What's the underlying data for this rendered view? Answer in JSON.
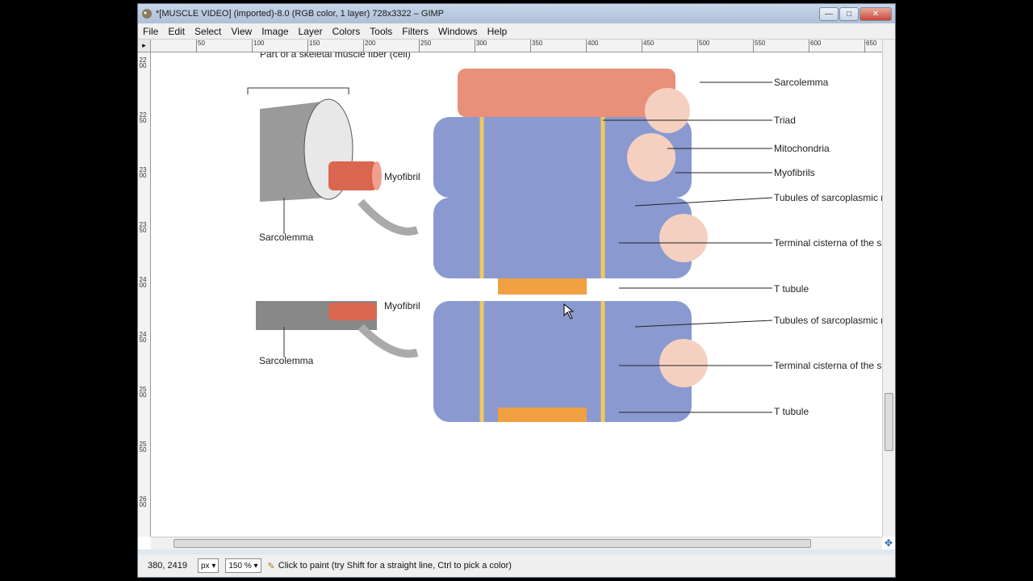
{
  "window": {
    "title": "*[MUSCLE VIDEO] (imported)-8.0 (RGB color, 1 layer) 728x3322 – GIMP",
    "minimize": "—",
    "maximize": "□",
    "close": "✕"
  },
  "menu": [
    "File",
    "Edit",
    "Select",
    "View",
    "Image",
    "Layer",
    "Colors",
    "Tools",
    "Filters",
    "Windows",
    "Help"
  ],
  "hruler_ticks": [
    "50",
    "100",
    "150",
    "200",
    "250",
    "300",
    "350",
    "400",
    "450",
    "500",
    "550",
    "600",
    "650"
  ],
  "vruler_ticks": [
    "2200",
    "2250",
    "2300",
    "2350",
    "2400",
    "2450",
    "2500",
    "2550",
    "2600"
  ],
  "image_labels": {
    "fiber_title": "Part of a skeletal muscle fiber (cell)",
    "myofibril_top": "Myofibril",
    "myofibril_bottom": "Myofibril",
    "sarcolemma_left_top": "Sarcolemma",
    "sarcolemma_left_bottom": "Sarcolemma",
    "sarcolemma_right": "Sarcolemma",
    "triad": "Triad",
    "mitochondria": "Mitochondria",
    "myofibrils": "Myofibrils",
    "tubules_top": "Tubules of sarcoplasmic reticulum",
    "terminal_top": "Terminal cisterna of the sarcoplasmic reticulum",
    "t_tubule_top": "T tubule",
    "tubules_bottom": "Tubules of sarcoplasmic reticulum",
    "terminal_bottom": "Terminal cisterna of the sarcoplasmic reticulum",
    "t_tubule_bottom": "T tubule"
  },
  "status": {
    "coords": "380, 2419",
    "unit": "px",
    "zoom": "150 %",
    "message": "Click to paint (try Shift for a straight line, Ctrl to pick a color)"
  },
  "colors": {
    "muscle_orange": "#e8907a",
    "sarcomere_blue": "#8a9ad0",
    "tubule_yellow": "#f0c860"
  }
}
